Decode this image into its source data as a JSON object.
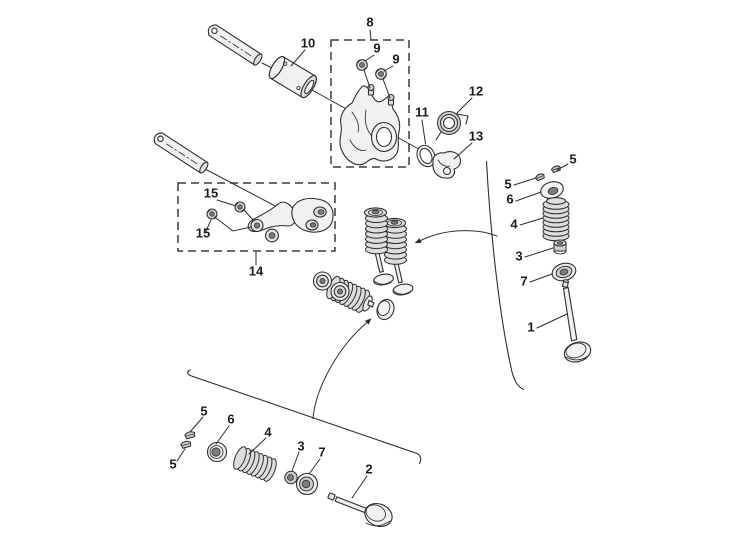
{
  "figure": {
    "kind": "exploded-parts-diagram",
    "colors": {
      "background": "#ffffff",
      "line": "#2e2e2e",
      "metal_light": "#f1f1f1",
      "metal_mid": "#dedede",
      "hole_dark": "#7d7d7d"
    },
    "callouts": {
      "box8_label": "8",
      "nut9_left": "9",
      "nut9_right": "9",
      "collar10": "10",
      "washer11": "11",
      "spring12": "12",
      "lever13": "13",
      "box14_label": "14",
      "nut15_top": "15",
      "nut15_bottom": "15",
      "right_cotter5_upper": "5",
      "right_cotter5_lower": "5",
      "right_retainer6": "6",
      "right_spring4": "4",
      "right_seal3": "3",
      "right_seat7": "7",
      "right_valve1": "1",
      "bottom_cotter5_upper": "5",
      "bottom_cotter5_lower": "5",
      "bottom_retainer6": "6",
      "bottom_spring4": "4",
      "bottom_seal3": "3",
      "bottom_seat7": "7",
      "bottom_valve2": "2"
    }
  }
}
